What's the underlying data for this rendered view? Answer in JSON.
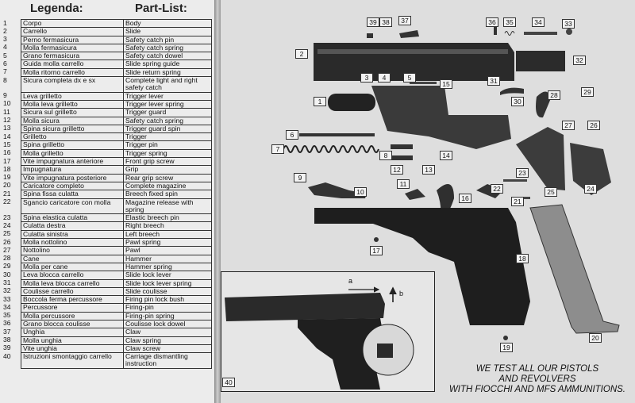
{
  "headers": {
    "italian": "Legenda:",
    "english": "Part-List:"
  },
  "parts": [
    {
      "n": "1",
      "it": "Corpo",
      "en": "Body"
    },
    {
      "n": "2",
      "it": "Carrello",
      "en": "Slide"
    },
    {
      "n": "3",
      "it": "Perno fermasicura",
      "en": "Safety catch pin"
    },
    {
      "n": "4",
      "it": "Molla fermasicura",
      "en": "Safety catch spring"
    },
    {
      "n": "5",
      "it": "Grano fermasicura",
      "en": "Safety catch dowel"
    },
    {
      "n": "6",
      "it": "Guida molla carrello",
      "en": "Slide spring guide"
    },
    {
      "n": "7",
      "it": "Molla ritorno carrello",
      "en": "Slide return spring"
    },
    {
      "n": "8",
      "it": "Sicura completa dx e sx",
      "en": "Complete light and right safety catch"
    },
    {
      "n": "9",
      "it": "Leva grilletto",
      "en": "Trigger lever"
    },
    {
      "n": "10",
      "it": "Molla leva grilletto",
      "en": "Trigger lever spring"
    },
    {
      "n": "11",
      "it": "Sicura sul grilletto",
      "en": "Trigger guard"
    },
    {
      "n": "12",
      "it": "Molla sicura",
      "en": "Safety catch spring"
    },
    {
      "n": "13",
      "it": "Spina sicura grilletto",
      "en": "Trigger guard spin"
    },
    {
      "n": "14",
      "it": "Grilletto",
      "en": "Trigger"
    },
    {
      "n": "15",
      "it": "Spina grilletto",
      "en": "Trigger pin"
    },
    {
      "n": "16",
      "it": "Molla grilletto",
      "en": "Trigger spring"
    },
    {
      "n": "17",
      "it": "Vite impugnatura anteriore",
      "en": "Front grip screw"
    },
    {
      "n": "18",
      "it": "Impugnatura",
      "en": "Grip"
    },
    {
      "n": "19",
      "it": "Vite impugnatura posteriore",
      "en": "Rear grip screw"
    },
    {
      "n": "20",
      "it": "Caricatore completo",
      "en": "Complete magazine"
    },
    {
      "n": "21",
      "it": "Spina fissa culatta",
      "en": "Breech fixed spin"
    },
    {
      "n": "22",
      "it": "Sgancio caricatore con molla",
      "en": "Magazine release with spring"
    },
    {
      "n": "23",
      "it": "Spina elastica culatta",
      "en": "Elastic breech pin"
    },
    {
      "n": "24",
      "it": "Culatta destra",
      "en": "Right breech"
    },
    {
      "n": "25",
      "it": "Culatta sinistra",
      "en": "Left breech"
    },
    {
      "n": "26",
      "it": "Molla nottolino",
      "en": "Pawl spring"
    },
    {
      "n": "27",
      "it": "Nottolino",
      "en": "Pawl"
    },
    {
      "n": "28",
      "it": "Cane",
      "en": "Hammer"
    },
    {
      "n": "29",
      "it": "Molla per cane",
      "en": "Hammer spring"
    },
    {
      "n": "30",
      "it": "Leva blocca carrello",
      "en": "Slide lock lever"
    },
    {
      "n": "31",
      "it": "Molla leva blocca carrello",
      "en": "Slide lock lever spring"
    },
    {
      "n": "32",
      "it": "Coulisse carrello",
      "en": "Slide coulisse"
    },
    {
      "n": "33",
      "it": "Boccola ferma percussore",
      "en": "Firing pin lock bush"
    },
    {
      "n": "34",
      "it": "Percussore",
      "en": "Firing-pin"
    },
    {
      "n": "35",
      "it": "Molla percussore",
      "en": "Firing-pin spring"
    },
    {
      "n": "36",
      "it": "Grano blocca coulisse",
      "en": "Coulisse lock dowel"
    },
    {
      "n": "37",
      "it": "Unghia",
      "en": "Claw"
    },
    {
      "n": "38",
      "it": "Molla unghia",
      "en": "Claw spring"
    },
    {
      "n": "39",
      "it": "Vite unghia",
      "en": "Claw screw"
    },
    {
      "n": "40",
      "it": "Istruzioni smontaggio carrello",
      "en": "Carriage dismantling instruction"
    }
  ],
  "diagram_labels": [
    "1",
    "2",
    "3",
    "4",
    "5",
    "6",
    "7",
    "8",
    "9",
    "10",
    "11",
    "12",
    "13",
    "14",
    "15",
    "16",
    "17",
    "18",
    "19",
    "20",
    "21",
    "22",
    "23",
    "24",
    "25",
    "26",
    "27",
    "28",
    "29",
    "30",
    "31",
    "32",
    "33",
    "34",
    "35",
    "36",
    "37",
    "38",
    "39",
    "40"
  ],
  "inset_arrows": {
    "a": "a",
    "b": "b"
  },
  "footer": [
    "WE TEST ALL OUR PISTOLS",
    "AND REVOLVERS",
    "WITH FIOCCHI AND MFS AMMUNITIONS."
  ],
  "colors": {
    "metal_dark": "#1e1e1e",
    "metal_mid": "#4a4a4a",
    "paper": "#e6e6e6"
  }
}
